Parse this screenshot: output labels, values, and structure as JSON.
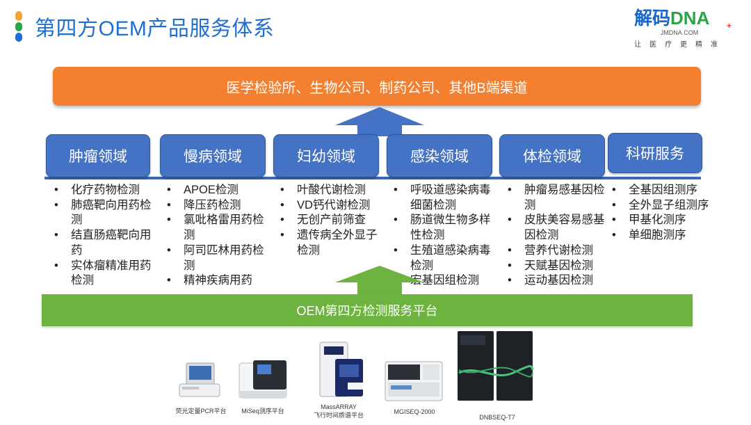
{
  "header": {
    "title": "第四方OEM产品服务体系"
  },
  "logo": {
    "name_cn": "解码",
    "name_en": "DNA",
    "domain": "JMDNA.COM",
    "slogan": "让医疗更精准"
  },
  "top_channel": "医学检验所、生物公司、制药公司、其他B端渠道",
  "domains": [
    {
      "label": "肿瘤领域",
      "items": [
        "化疗药物检测",
        "肺癌靶向用药检测",
        "结直肠癌靶向用药",
        "实体瘤精准用药检测"
      ]
    },
    {
      "label": "慢病领域",
      "items": [
        "APOE检测",
        "降压药检测",
        "氯吡格雷用药检测",
        "阿司匹林用药检测",
        "精神疾病用药"
      ]
    },
    {
      "label": "妇幼领域",
      "items": [
        "叶酸代谢检测",
        "VD钙代谢检测",
        "无创产前筛查",
        "遗传病全外显子检测"
      ]
    },
    {
      "label": "感染领域",
      "items": [
        "呼吸道感染病毒细菌检测",
        "肠道微生物多样性检测",
        "生殖道感染病毒检测",
        "宏基因组检测"
      ]
    },
    {
      "label": "体检领域",
      "items": [
        "肿瘤易感基因检测",
        "皮肤美容易感基因检测",
        "营养代谢检测",
        "天赋基因检测",
        "运动基因检测"
      ]
    },
    {
      "label": "科研服务",
      "items": [
        "全基因组测序",
        "全外显子组测序",
        "甲基化测序",
        "单细胞测序"
      ]
    }
  ],
  "platform": "OEM第四方检测服务平台",
  "devices": [
    {
      "caption": "荧光定量PCR平台"
    },
    {
      "caption": "MiSeq测序平台"
    },
    {
      "caption_line1": "MassARRAY",
      "caption_line2": "飞行时间质谱平台"
    },
    {
      "caption": "MGISEQ-2000"
    },
    {
      "caption": "DNBSEQ-T7"
    }
  ],
  "colors": {
    "title": "#1e6fd1",
    "channel_box": "#f28030",
    "domain_box": "#4472c4",
    "platform_bar": "#6cb33f"
  }
}
